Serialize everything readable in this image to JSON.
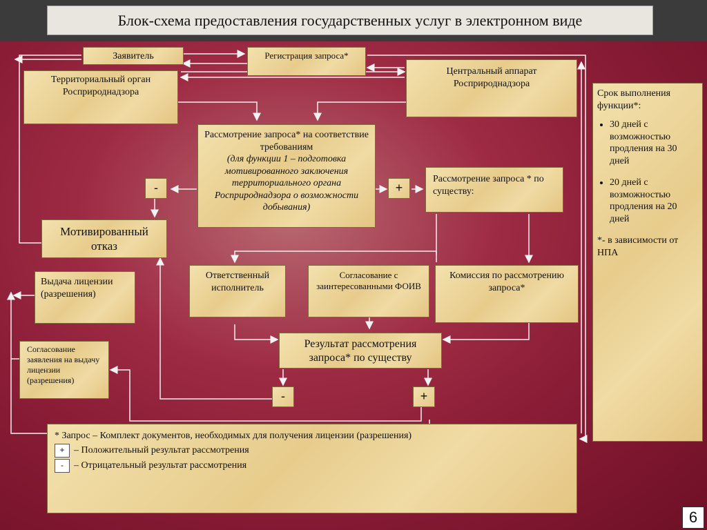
{
  "title": "Блок-схема предоставления государственных услуг в электронном виде",
  "page_number": "6",
  "nodes": {
    "applicant": "Заявитель",
    "registration": "Регистрация запроса*",
    "territorial_body": "Территориальный орган Росприроднадзора",
    "central_office": "Центральный аппарат Росприроднадзора",
    "review_compliance": "Рассмотрение запроса* на соответствие требованиям",
    "review_compliance_note": "(для функции 1 – подготовка мотивированного заключения территориального органа Росприроднадзора о возможности добывания)",
    "review_substance": "Рассмотрение запроса * по существу:",
    "motivated_refusal": "Мотивированный отказ",
    "license_issue": "Выдача лицензии (разрешения)",
    "responsible_executor": "Ответственный исполнитель",
    "foiv_agreement": "Согласование с заинтересованными ФОИВ",
    "commission": "Комиссия по рассмотрению запроса*",
    "review_result": "Результат рассмотрения запроса* по существу",
    "application_agreement": "Согласование заявления на выдачу лицензии (разрешения)"
  },
  "signs": {
    "minus": "-",
    "plus": "+"
  },
  "deadline": {
    "heading": "Срок выполнения функции*:",
    "items": [
      "30 дней с возможностью продления на 30 дней",
      "20 дней с возможностью продления на 20 дней"
    ],
    "footnote": "*- в зависимости от НПА"
  },
  "legend": {
    "definition": "* Запрос – Комплект документов, необходимых для получения лицензии (разрешения)",
    "plus_sign": "+",
    "plus_text": "–  Положительный результат рассмотрения",
    "minus_sign": "-",
    "minus_text": "–  Отрицательный результат рассмотрения"
  }
}
